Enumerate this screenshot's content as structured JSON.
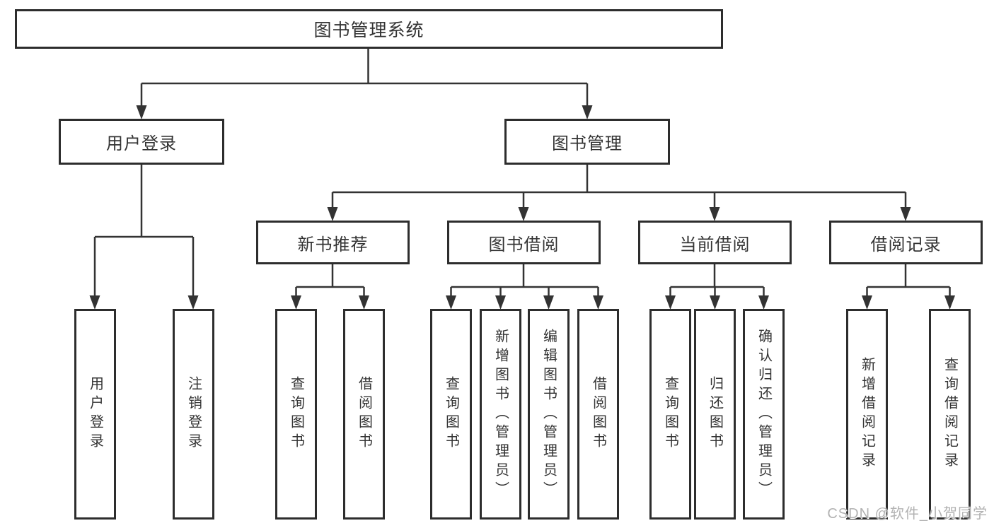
{
  "tree": {
    "label": "图书管理系统",
    "children": [
      {
        "label": "用户登录",
        "children": [
          {
            "label": "用户登录"
          },
          {
            "label": "注销登录"
          }
        ]
      },
      {
        "label": "图书管理",
        "children": [
          {
            "label": "新书推荐",
            "children": [
              {
                "label": "查询图书"
              },
              {
                "label": "借阅图书"
              }
            ]
          },
          {
            "label": "图书借阅",
            "children": [
              {
                "label": "查询图书"
              },
              {
                "label": "新增图书（管理员）"
              },
              {
                "label": "编辑图书（管理员）"
              },
              {
                "label": "借阅图书"
              }
            ]
          },
          {
            "label": "当前借阅",
            "children": [
              {
                "label": "查询图书"
              },
              {
                "label": "归还图书"
              },
              {
                "label": "确认归还（管理员）"
              }
            ]
          },
          {
            "label": "借阅记录",
            "children": [
              {
                "label": "新增借阅记录"
              },
              {
                "label": "查询借阅记录"
              }
            ]
          }
        ]
      }
    ]
  },
  "watermark": {
    "text": "CSDN @软件_小贺同学"
  },
  "colors": {
    "line": "#333333",
    "box_border": "#2d2d2d",
    "text": "#333333",
    "watermark": "#b2b2b2",
    "background": "#ffffff"
  }
}
